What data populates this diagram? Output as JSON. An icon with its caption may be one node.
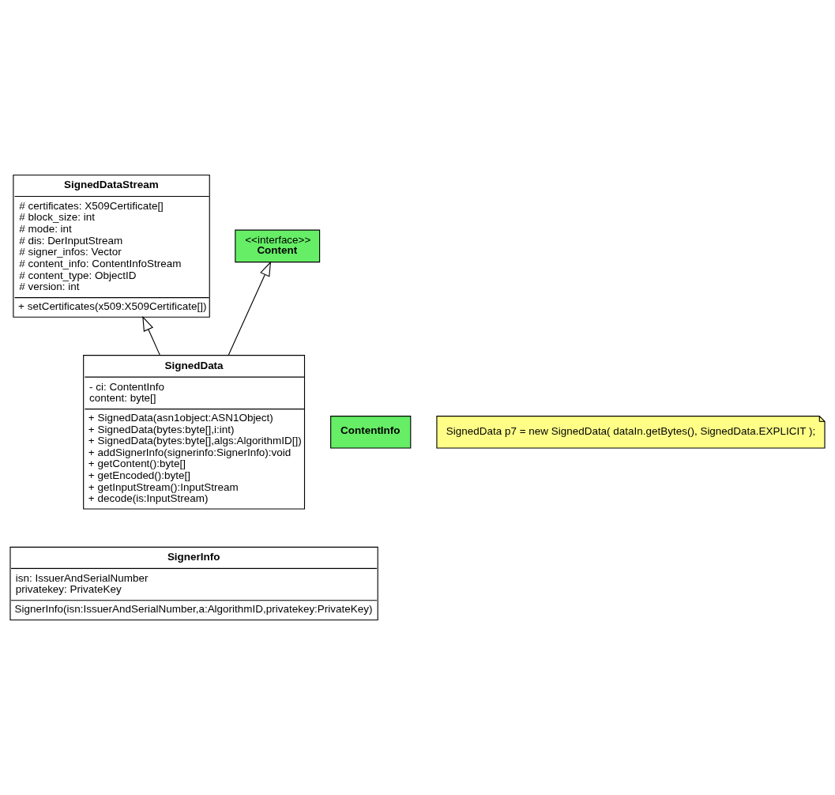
{
  "diagram": {
    "nodes": [
      {
        "text": [
          "SignedDataStream",
          "# certificates: X509Certificate[]",
          "# block_size: int",
          "# mode: int",
          "# dis: DerInputStream",
          "# signer_infos: Vector",
          "# content_info: ContentInfoStream",
          "# content_type: ObjectID",
          "# version: int",
          "+ setCertificates(x509:X509Certificate[])"
        ]
      },
      {
        "text": [
          "<<interface>>",
          "Content"
        ]
      },
      {
        "text": [
          "SignedData",
          "- ci: ContentInfo",
          "content: byte[]",
          "+ SignedData(asn1object:ASN1Object)",
          "+ SignedData(bytes:byte[],i:int)",
          "+ SignedData(bytes:byte[],algs:AlgorithmID[])",
          "+ addSignerInfo(signerinfo:SignerInfo):void",
          "+ getContent():byte[]",
          "+ getEncoded():byte[]",
          "+ getInputStream():InputStream",
          "+ decode(is:InputStream)"
        ]
      },
      {
        "text": [
          "ContentInfo"
        ]
      },
      {
        "text": [
          "SignedData p7 = new SignedData( dataIn.getBytes(), SignedData.EXPLICIT );"
        ]
      },
      {
        "text": [
          "SignerInfo",
          "isn: IssuerAndSerialNumber",
          "privatekey: PrivateKey",
          "SignerInfo(isn:IssuerAndSerialNumber,a:AlgorithmID,privatekey:PrivateKey)"
        ]
      }
    ],
    "edges": [
      {
        "from": 2,
        "to": 1,
        "arrow": "to"
      },
      {
        "from": 2,
        "to": 0,
        "arrow": "to"
      }
    ]
  }
}
